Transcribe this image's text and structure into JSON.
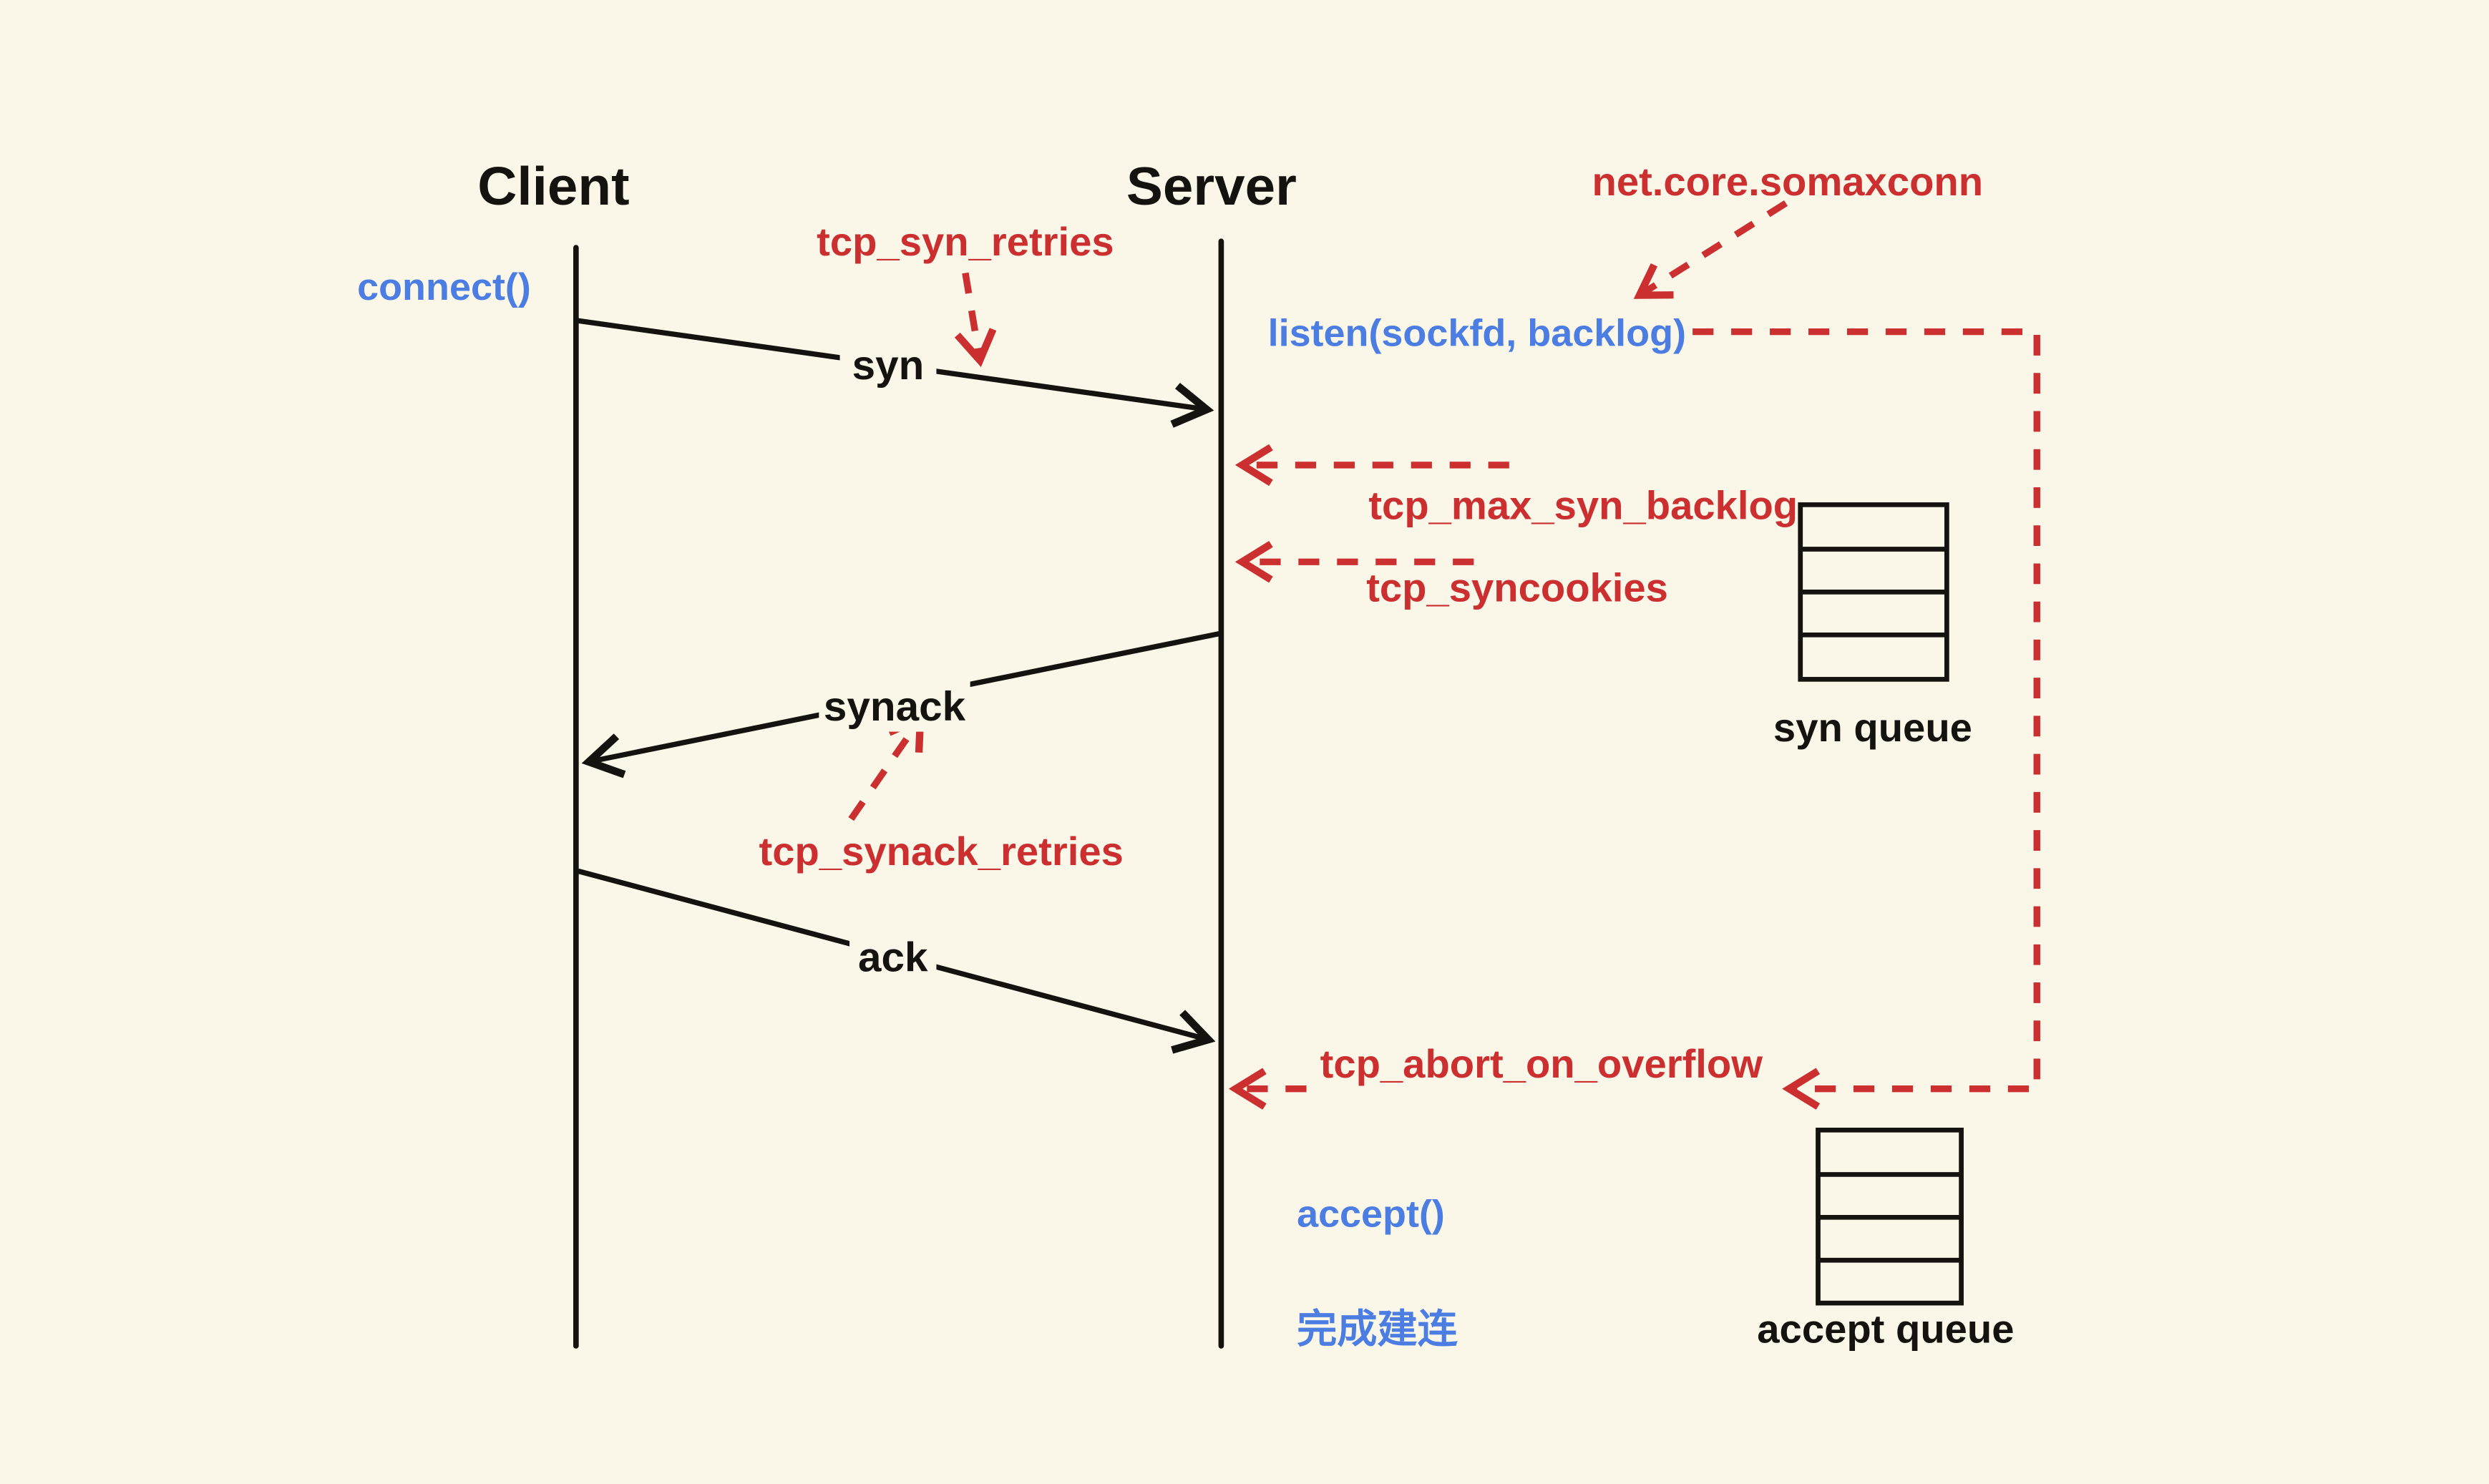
{
  "colors": {
    "background": "#faf7e9",
    "red": "#cb2f30",
    "blue": "#4b7de2",
    "ink": "#151310"
  },
  "actors": {
    "client": "Client",
    "server": "Server"
  },
  "client_side": {
    "connect": "connect()"
  },
  "server_side": {
    "listen": "listen(sockfd, backlog)",
    "accept": "accept()",
    "established": "完成建连"
  },
  "messages": {
    "syn": "syn",
    "synack": "synack",
    "ack": "ack"
  },
  "params": {
    "tcp_syn_retries": "tcp_syn_retries",
    "somaxconn": "net.core.somaxconn",
    "tcp_max_syn_backlog": "tcp_max_syn_backlog",
    "tcp_syncookies": "tcp_syncookies",
    "tcp_synack_retries": "tcp_synack_retries",
    "tcp_abort_on_overflow": "tcp_abort_on_overflow"
  },
  "queues": {
    "syn_queue": "syn queue",
    "accept_queue": "accept queue"
  }
}
